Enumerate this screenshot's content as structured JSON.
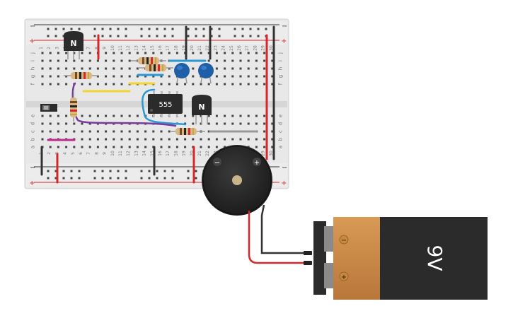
{
  "breadboard": {
    "columns": [
      "1",
      "2",
      "3",
      "4",
      "5",
      "6",
      "7",
      "8",
      "9",
      "10",
      "11",
      "12",
      "13",
      "14",
      "15",
      "16",
      "17",
      "18",
      "19",
      "20",
      "21",
      "22",
      "23",
      "24",
      "25",
      "26",
      "27",
      "28",
      "29",
      "30"
    ],
    "upper_rows": [
      "j",
      "i",
      "h",
      "g",
      "f"
    ],
    "lower_rows": [
      "e",
      "d",
      "c",
      "b",
      "a"
    ],
    "rail_plus": "+",
    "rail_minus": "−"
  },
  "components": {
    "ic_label": "555",
    "transistor_label": "N",
    "battery_label": "9V",
    "battery_plus": "+",
    "battery_minus": "−",
    "buzzer_plus": "+",
    "buzzer_minus": "−"
  },
  "colors": {
    "wire_red": "#d4282b",
    "wire_black": "#333333",
    "wire_blue": "#2a98d4",
    "wire_yellow": "#f2d531",
    "wire_purple": "#7a3aa0",
    "wire_magenta": "#c02a8a",
    "wire_gray": "#999999",
    "capacitor": "#1f5fa8",
    "battery_orange": "#c98a48",
    "battery_black": "#2b2b2b"
  }
}
